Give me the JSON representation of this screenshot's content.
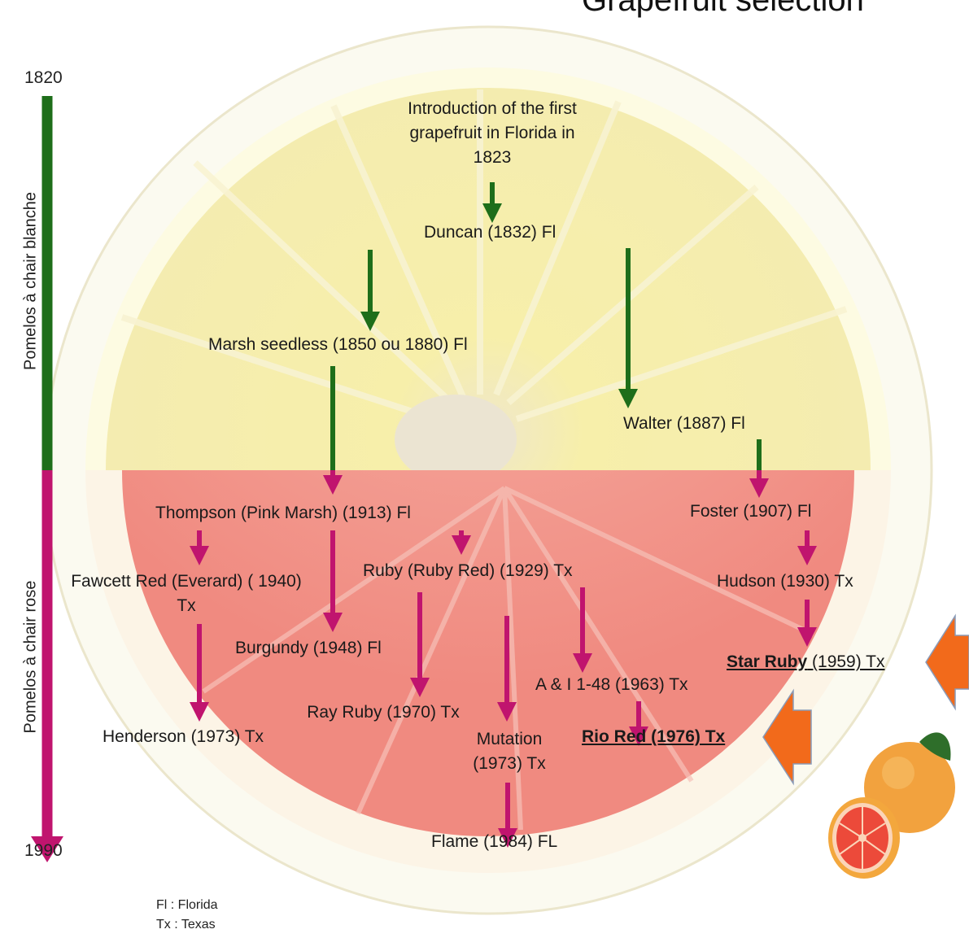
{
  "title": "Grapefruit selection",
  "timeline": {
    "start_year": "1820",
    "end_year": "1990",
    "white_label": "Pomelos à chair blanche",
    "pink_label": "Pomelos à chair rose"
  },
  "nodes": {
    "intro": "Introduction of the first grapefruit in Florida in 1823",
    "duncan": "Duncan (1832) Fl",
    "marsh": "Marsh seedless (1850 ou 1880) Fl",
    "walter": "Walter (1887) Fl",
    "thompson": "Thompson (Pink Marsh) (1913) Fl",
    "foster": "Foster (1907) Fl",
    "fawcett": "Fawcett Red (Everard) ( 1940) Tx",
    "ruby": "Ruby (Ruby Red) (1929) Tx",
    "hudson": "Hudson (1930) Tx",
    "burgundy": "Burgundy (1948) Fl",
    "star_ruby_name": "Star Ruby",
    "star_ruby_rest": " (1959) Tx",
    "ai": "A & I 1-48 (1963) Tx",
    "ray_ruby": "Ray Ruby (1970) Tx",
    "henderson": "Henderson (1973) Tx",
    "mutation": "Mutation (1973) Tx",
    "rio_red": "Rio Red (1976) Tx",
    "flame": "Flame (1984) FL"
  },
  "legend": {
    "fl": "Fl : Florida",
    "tx": "Tx : Texas"
  },
  "colors": {
    "green_arrow": "#1e6e1a",
    "pink_arrow": "#c0146e",
    "highlight_arrow": "#f26a1b",
    "white_flesh": "#f6f0b8",
    "pink_flesh": "#f29a92"
  }
}
